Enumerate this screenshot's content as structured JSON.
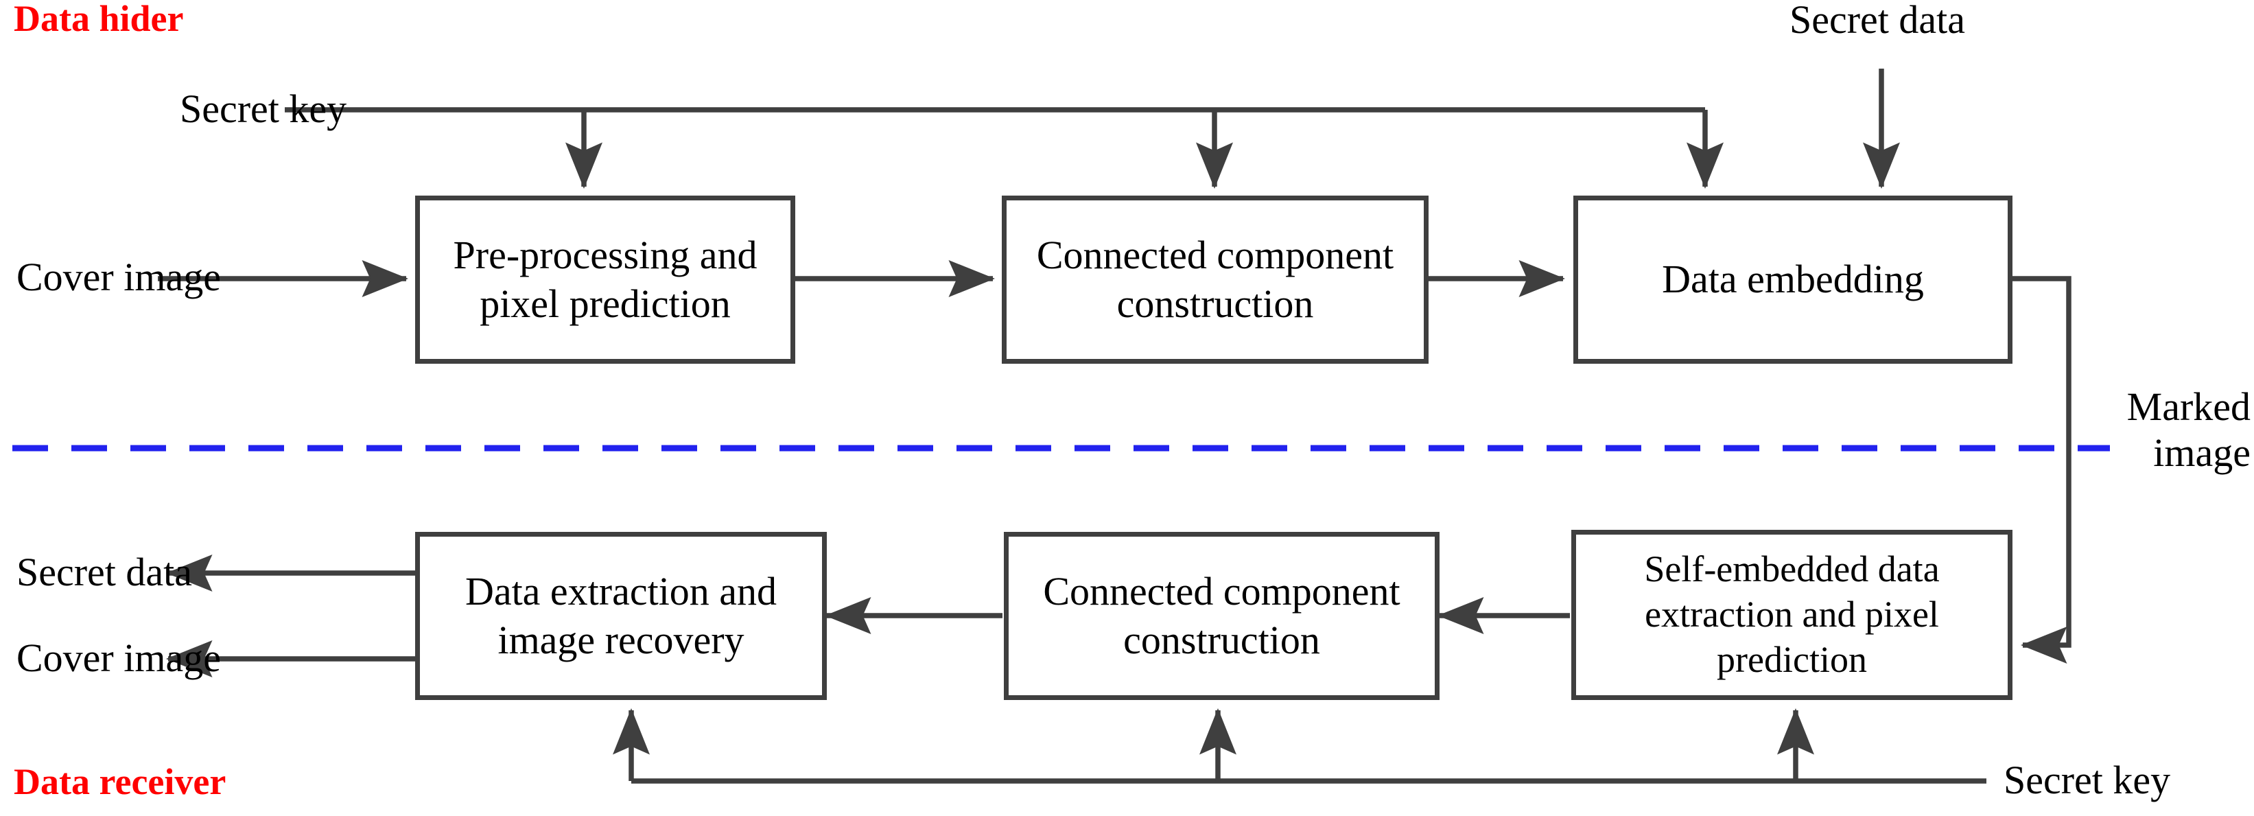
{
  "diagram": {
    "title_hidden": "",
    "colors": {
      "role_label": "#ff0000",
      "divider": "#2222ee",
      "stroke": "#3f3f3f",
      "text": "#000000",
      "background": "#ffffff"
    },
    "roles": [
      {
        "id": "data-hider",
        "label": "Data hider"
      },
      {
        "id": "data-receiver",
        "label": "Data receiver"
      }
    ],
    "divider": {
      "style": "dashed",
      "orientation": "horizontal",
      "color": "#2222ee"
    },
    "nodes": [
      {
        "id": "pre-processing-and-pixel-prediction",
        "label": "Pre-processing and\npixel prediction",
        "row": "hider"
      },
      {
        "id": "connected-component-construction-top",
        "label": "Connected component\nconstruction",
        "row": "hider"
      },
      {
        "id": "data-embedding",
        "label": "Data embedding",
        "row": "hider"
      },
      {
        "id": "data-extraction-and-image-recovery",
        "label": "Data extraction and\nimage recovery",
        "row": "receiver"
      },
      {
        "id": "connected-component-construction-bottom",
        "label": "Connected component\nconstruction",
        "row": "receiver"
      },
      {
        "id": "self-embedded-data-extraction-and-pixel-prediction",
        "label": "Self-embedded data\nextraction and pixel\nprediction",
        "row": "receiver"
      }
    ],
    "io_labels": [
      {
        "id": "secret-key-top",
        "label": "Secret key",
        "position": "top-left"
      },
      {
        "id": "cover-image-in",
        "label": "Cover image",
        "position": "left"
      },
      {
        "id": "secret-data-in",
        "label": "Secret data",
        "position": "top-right"
      },
      {
        "id": "marked-image",
        "label": "Marked\nimage",
        "position": "right"
      },
      {
        "id": "secret-data-out",
        "label": "Secret data",
        "position": "left"
      },
      {
        "id": "cover-image-out",
        "label": "Cover image",
        "position": "left"
      },
      {
        "id": "secret-key-bottom",
        "label": "Secret key",
        "position": "bottom-right"
      }
    ],
    "edges": [
      {
        "from": "secret-key-top",
        "to": "pre-processing-and-pixel-prediction",
        "arrow": true
      },
      {
        "from": "secret-key-top",
        "to": "connected-component-construction-top",
        "arrow": true
      },
      {
        "from": "secret-key-top",
        "to": "data-embedding",
        "arrow": true
      },
      {
        "from": "cover-image-in",
        "to": "pre-processing-and-pixel-prediction",
        "arrow": true
      },
      {
        "from": "pre-processing-and-pixel-prediction",
        "to": "connected-component-construction-top",
        "arrow": true
      },
      {
        "from": "connected-component-construction-top",
        "to": "data-embedding",
        "arrow": true
      },
      {
        "from": "secret-data-in",
        "to": "data-embedding",
        "arrow": true
      },
      {
        "from": "data-embedding",
        "to": "self-embedded-data-extraction-and-pixel-prediction",
        "arrow": true,
        "label": "marked-image"
      },
      {
        "from": "self-embedded-data-extraction-and-pixel-prediction",
        "to": "connected-component-construction-bottom",
        "arrow": true
      },
      {
        "from": "connected-component-construction-bottom",
        "to": "data-extraction-and-image-recovery",
        "arrow": true
      },
      {
        "from": "data-extraction-and-image-recovery",
        "to": "secret-data-out",
        "arrow": true
      },
      {
        "from": "data-extraction-and-image-recovery",
        "to": "cover-image-out",
        "arrow": true
      },
      {
        "from": "secret-key-bottom",
        "to": "data-extraction-and-image-recovery",
        "arrow": true
      },
      {
        "from": "secret-key-bottom",
        "to": "connected-component-construction-bottom",
        "arrow": true
      },
      {
        "from": "secret-key-bottom",
        "to": "self-embedded-data-extraction-and-pixel-prediction",
        "arrow": true
      }
    ]
  }
}
